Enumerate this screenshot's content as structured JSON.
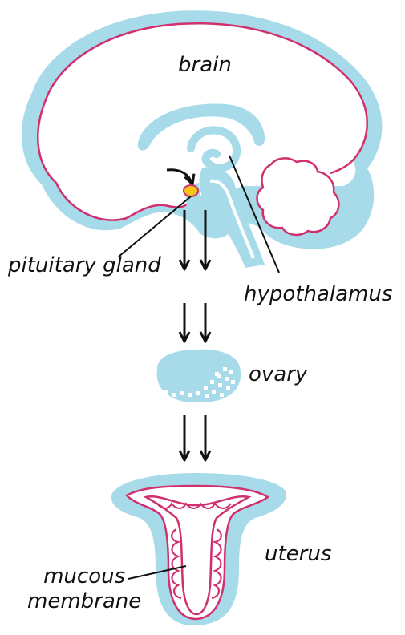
{
  "labels": {
    "brain": "brain",
    "pituitary_gland": "pituitary gland",
    "hypothalamus": "hypothalamus",
    "ovary": "ovary",
    "uterus": "uterus",
    "mucous_membrane_line1": "mucous",
    "mucous_membrane_line2": "membrane"
  },
  "colors": {
    "organ_fill": "#a8dbe9",
    "outline": "#d0306f",
    "gland": "#f5c518",
    "arrow": "#111111",
    "text": "#111111"
  }
}
